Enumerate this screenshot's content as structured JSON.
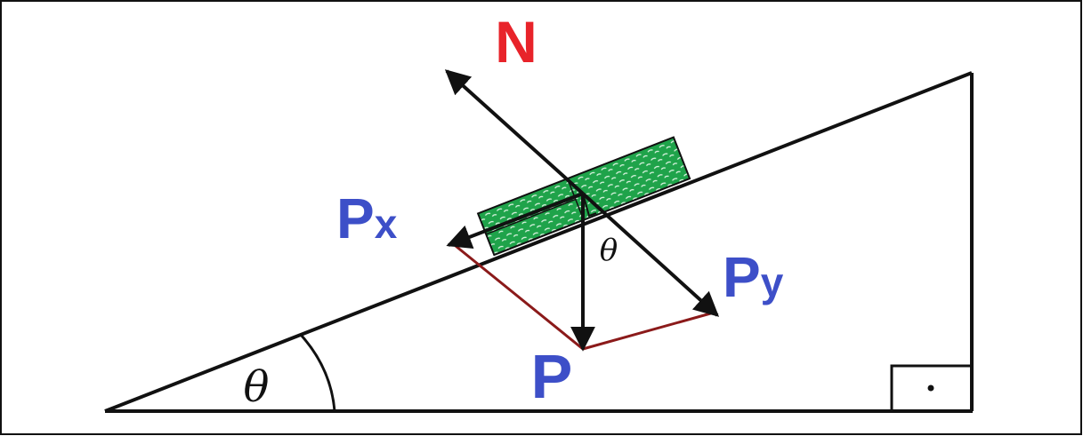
{
  "labels": {
    "normal_force": "N",
    "weight": "P",
    "weight_parallel_main": "P",
    "weight_parallel_sub": "x",
    "weight_perpendicular_main": "P",
    "weight_perpendicular_sub": "y",
    "incline_angle": "θ",
    "component_angle": "θ"
  },
  "colors": {
    "normal_label": "#e8232a",
    "force_labels": "#3d4fc8",
    "block_fill": "#1fa34a",
    "projection_lines": "#8b1a1a",
    "lines": "#111111"
  }
}
